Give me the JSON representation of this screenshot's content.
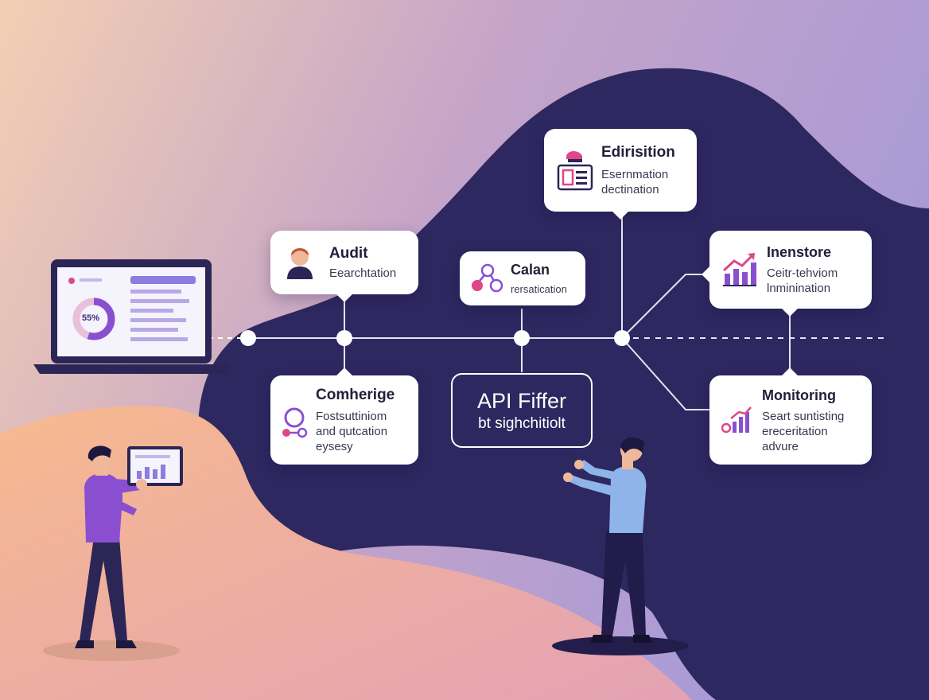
{
  "colors": {
    "bg_peach": "#f3cfb3",
    "bg_lavender": "#a99ad6",
    "navy_blob": "#2e2860",
    "accent_purple": "#8a4fd0",
    "accent_pink": "#e0468a",
    "card_bg": "#ffffff"
  },
  "laptop": {
    "donut_label": "55%",
    "donut_value_percent": 55
  },
  "nodes": [
    {
      "id": "edirisition",
      "title": "Edirisition",
      "lines": [
        "Esernmation",
        "dectination"
      ],
      "icon": "document-icon"
    },
    {
      "id": "audit",
      "title": "Audit",
      "lines": [
        "Eearchtation"
      ],
      "icon": "person-avatar-icon"
    },
    {
      "id": "calan",
      "title": "Calan",
      "lines": [
        "rersatication"
      ],
      "icon": "connected-nodes-icon"
    },
    {
      "id": "inenstore",
      "title": "Inenstore",
      "lines": [
        "Ceitr-tehviom",
        "lnminination"
      ],
      "icon": "growth-chart-icon"
    },
    {
      "id": "comherige",
      "title": "Comherige",
      "lines": [
        "Fostsuttiniom",
        "and qutcation",
        "eysesy"
      ],
      "icon": "user-network-icon"
    },
    {
      "id": "api",
      "title": "API Fiffer",
      "lines": [
        "bt sighchitiolt"
      ]
    },
    {
      "id": "monitoring",
      "title": "Monitoring",
      "lines": [
        "Seart suntisting",
        "ereceritation",
        "advure"
      ],
      "icon": "bar-chart-icon"
    }
  ]
}
